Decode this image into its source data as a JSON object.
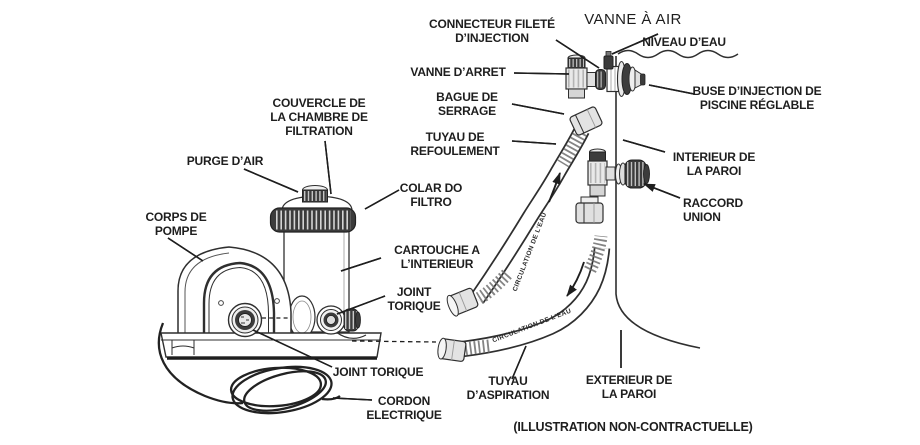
{
  "diagram_title": "pool-filter-pump-installation-diagram",
  "colors": {
    "ink": "#1e1e1e",
    "line": "#2f2f2f",
    "dark_fill": "#3c3c3c",
    "background": "#ffffff"
  },
  "labels": {
    "connecteur_filete_injection": "CONNECTEUR FILETÉ\nD’INJECTION",
    "vanne_a_air": "VANNE À AIR",
    "niveau_eau": "NIVEAU D’EAU",
    "vanne_arret": "VANNE D’ARRET",
    "buse_injection": "BUSE D’INJECTION DE\nPISCINE RÉGLABLE",
    "bague_serrage": "BAGUE DE\nSERRAGE",
    "tuyau_refoulement": "TUYAU DE\nREFOULEMENT",
    "couvercle": "COUVERCLE DE\nLA CHAMBRE DE\nFILTRATION",
    "purge_air": "PURGE D’AIR",
    "colar_filtro": "COLAR DO\nFILTRO",
    "corps_pompe": "CORPS DE\nPOMPE",
    "cartouche": "CARTOUCHE A\nL’INTERIEUR",
    "joint_torique_chambre": "JOINT\nTORIQUE",
    "joint_torique_pompe": "JOINT TORIQUE",
    "cordon_electrique": "CORDON\nELECTRIQUE",
    "tuyau_aspiration": "TUYAU\nD’ASPIRATION",
    "exterieur_paroi": "EXTERIEUR DE\nLA PAROI",
    "interieur_paroi": "INTERIEUR DE\nLA PAROI",
    "raccord_union": "RACCORD\nUNION",
    "illustration_note": "(ILLUSTRATION NON-CONTRACTUELLE)"
  },
  "hose_flow_text": {
    "upper": "CIRCULATION DE L’EAU",
    "lower": "CIRCULATION DE L’EAU"
  }
}
